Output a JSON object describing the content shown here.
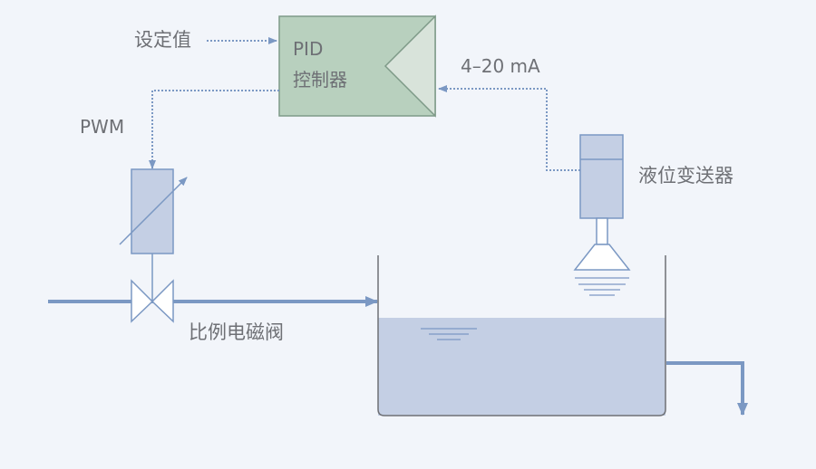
{
  "labels": {
    "setpoint": "设定值",
    "pid_line1": "PID",
    "pid_line2": "控制器",
    "signal": "4–20 mA",
    "pwm": "PWM",
    "transmitter": "液位变送器",
    "valve": "比例电磁阀"
  },
  "colors": {
    "background": "#f2f5fa",
    "controller_fill": "#b8d0be",
    "controller_border": "#7e9a88",
    "controller_triangle": "#d8e3da",
    "component_fill": "#c4cfe4",
    "line": "#7b98c3",
    "text": "#6e7075",
    "water": "#c4cfe4",
    "white": "#ffffff"
  },
  "tank": {
    "level_fraction": 0.61
  }
}
